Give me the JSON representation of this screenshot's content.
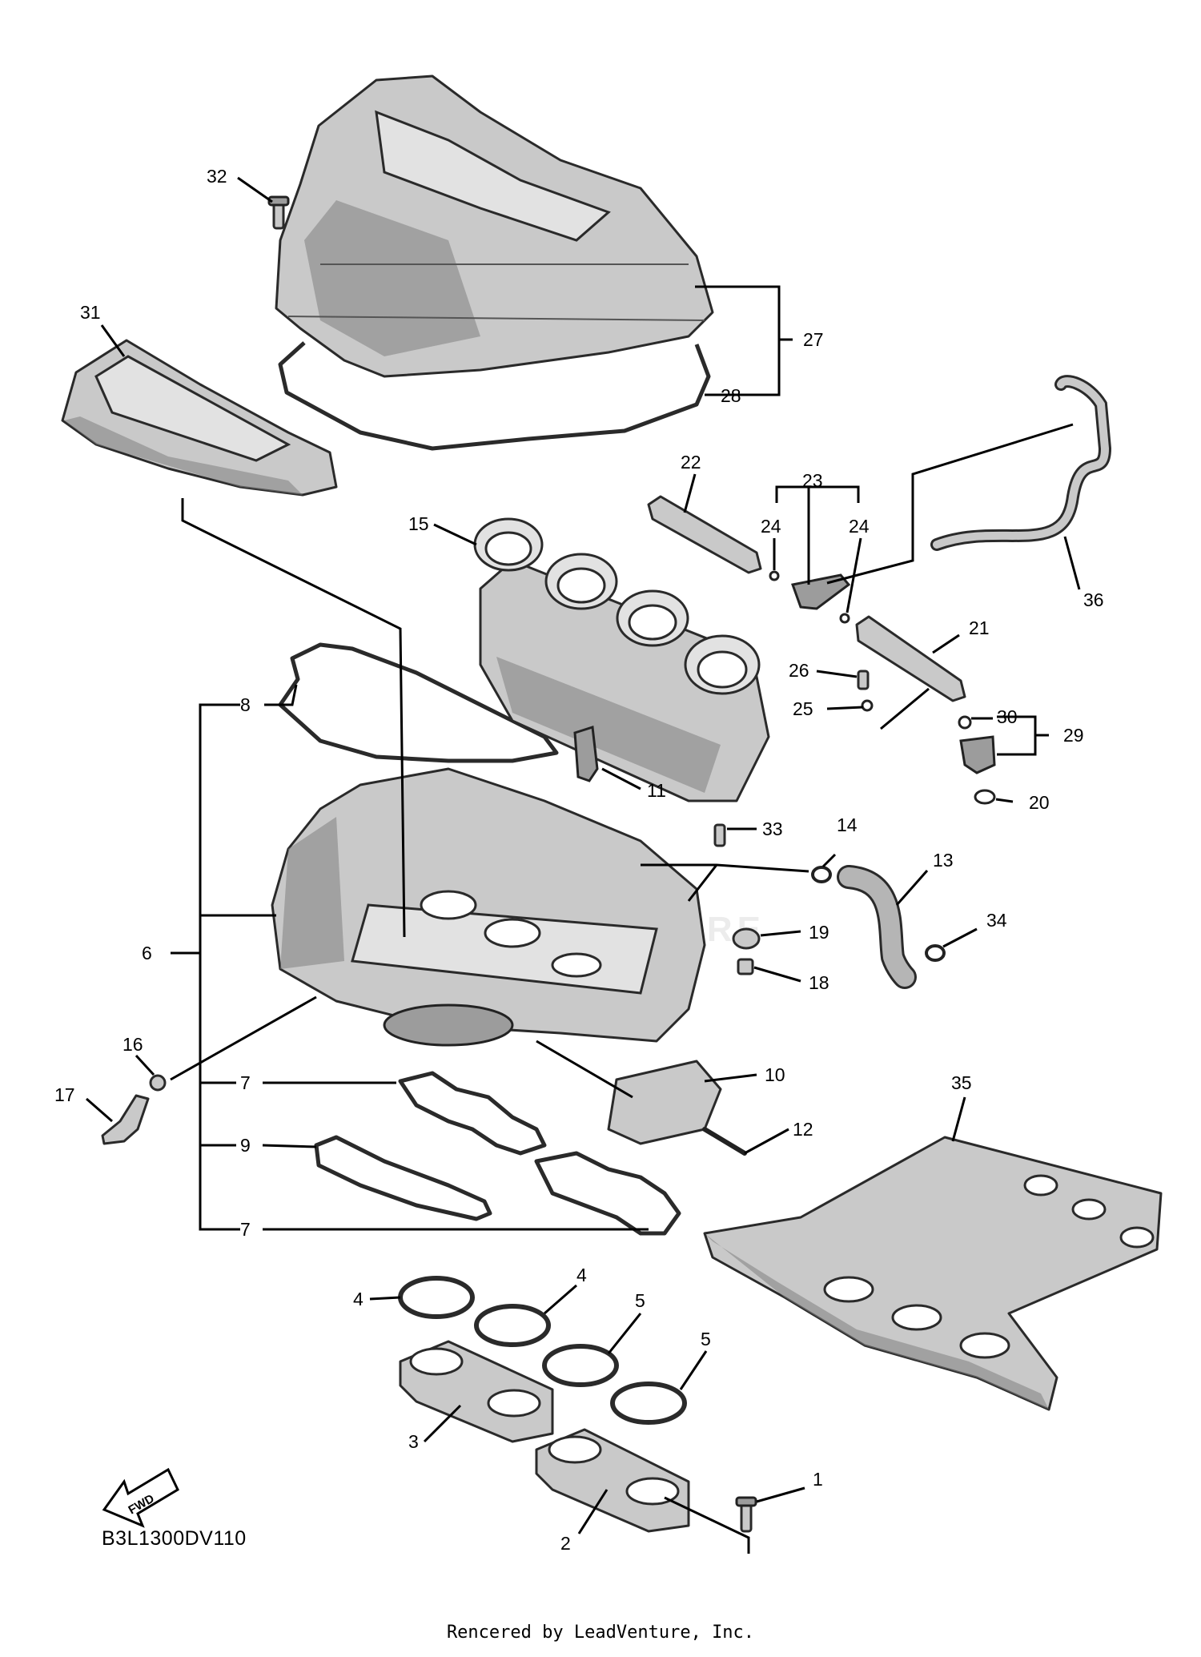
{
  "diagram_code": "B3L1300DV110",
  "credit": "Rencered by LeadVenture, Inc.",
  "fwd_label": "FWD",
  "watermark": "LEADVENTURE",
  "callouts": [
    "1",
    "2",
    "3",
    "4",
    "5",
    "6",
    "7",
    "8",
    "9",
    "10",
    "11",
    "12",
    "13",
    "14",
    "15",
    "16",
    "17",
    "18",
    "19",
    "20",
    "21",
    "22",
    "23",
    "24",
    "25",
    "26",
    "27",
    "28",
    "29",
    "30",
    "31",
    "32",
    "33",
    "34",
    "35",
    "36"
  ],
  "duplicate_callouts": [
    "4",
    "5",
    "7",
    "24"
  ]
}
